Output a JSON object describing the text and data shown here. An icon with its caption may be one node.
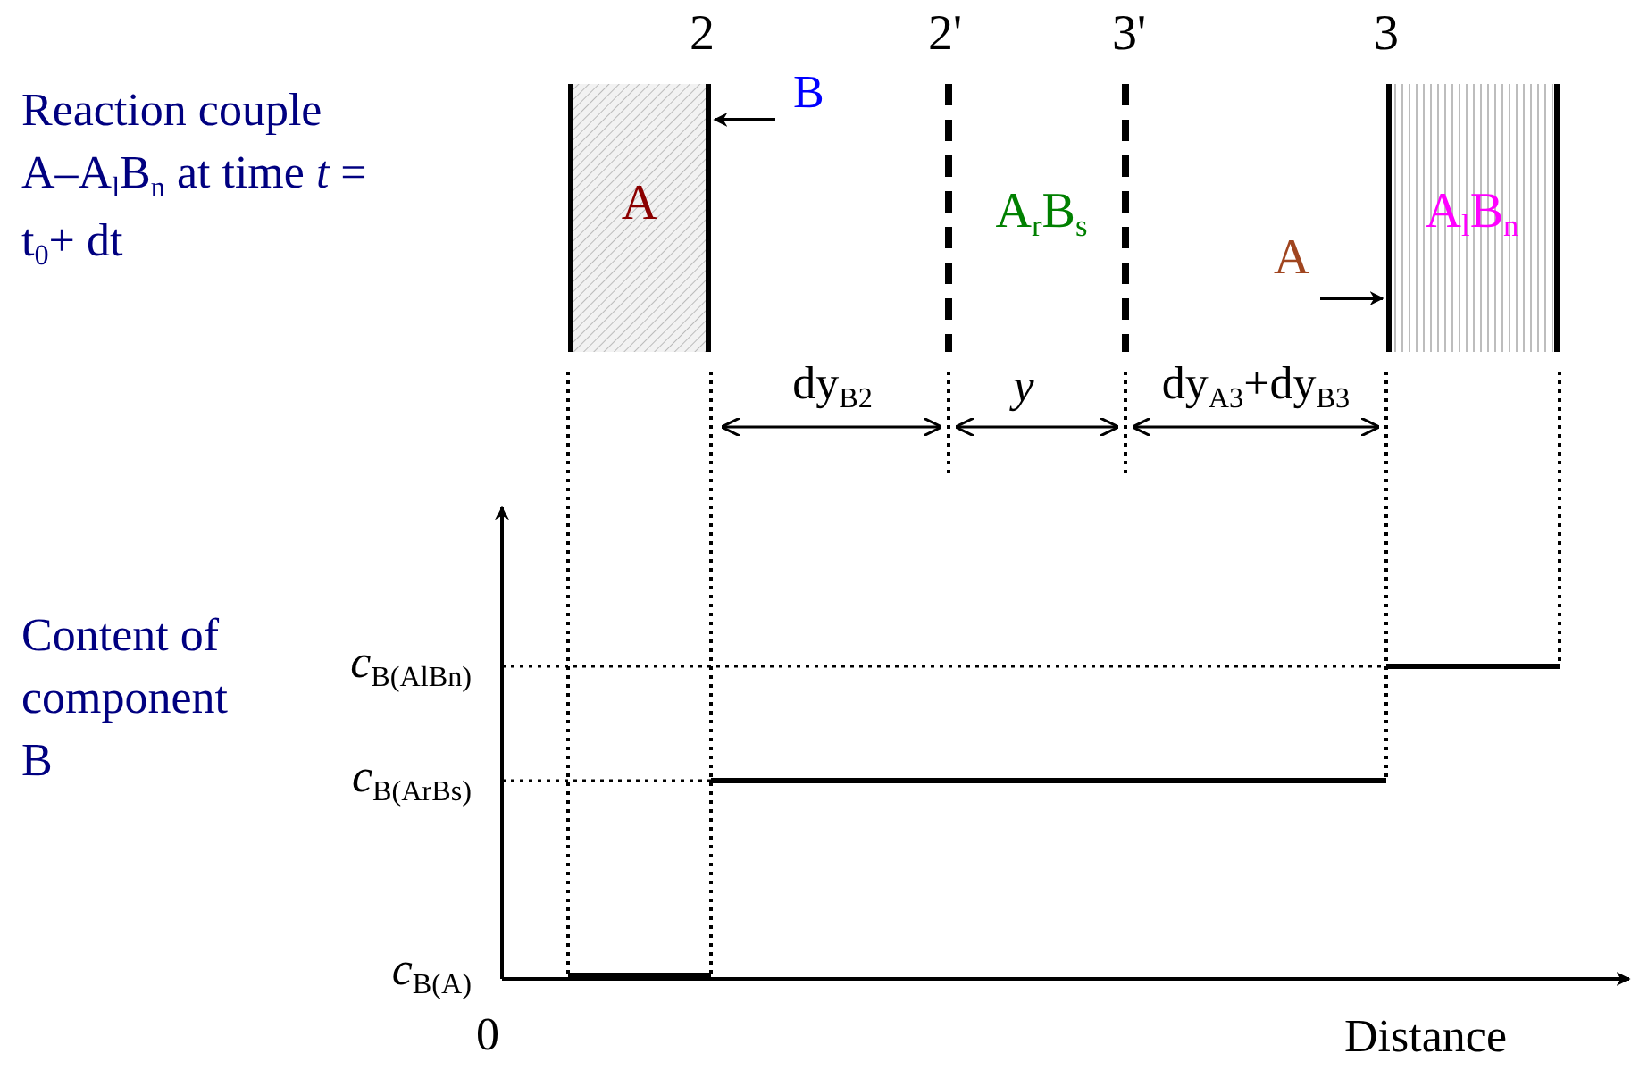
{
  "diagram": {
    "nodes": [
      {
        "text": [
          "A"
        ]
      },
      {
        "text": [
          "B"
        ]
      },
      {
        "text": [
          "A$_{l}$B$_{n}$"
        ]
      },
      {
        "text": [
          "A"
        ]
      }
    ],
    "edges": [
      {
        "from": 1,
        "to": 0,
        "arrow": "to"
      },
      {
        "from": 3,
        "to": 2,
        "arrow": "to"
      }
    ],
    "labels": [
      "2",
      "2'",
      "3'",
      "3",
      "Reaction couple A–A$_{l}$B$_{n}$ at time *t* = t$_{0}$+ dt",
      "A$_{r}$B$_{s}$",
      "dy$_{B2}$",
      "*y*",
      "dy$_{A3}$+dy$_{B3}$",
      "Content of component B",
      "*c*$_{B(AlBn)}$",
      "*c*$_{B(ArBs)}$",
      "*c*$_{B(A)}$",
      "0",
      "Distance"
    ]
  }
}
